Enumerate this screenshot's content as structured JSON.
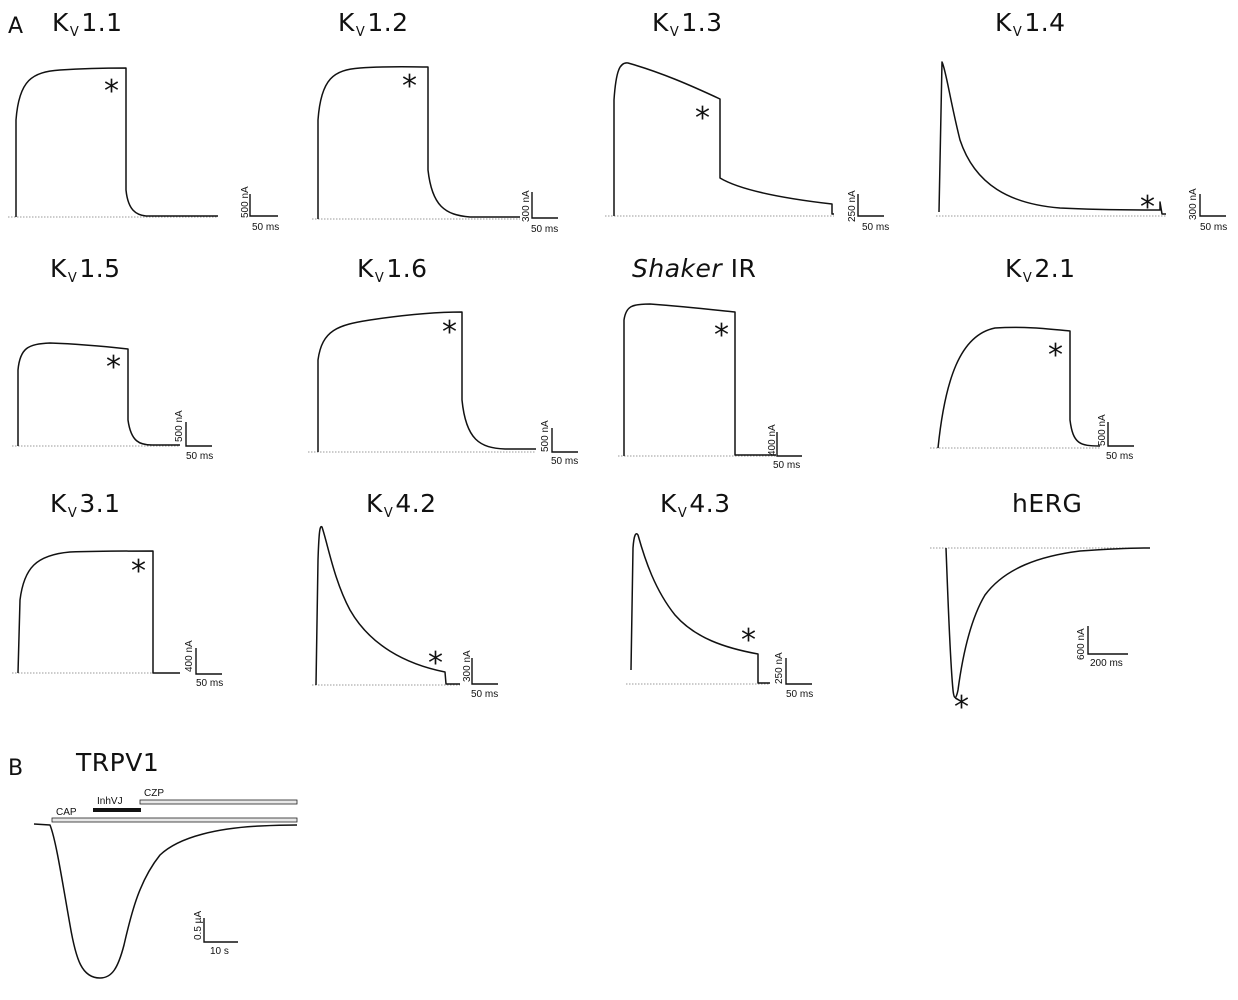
{
  "panel_a_label": "A",
  "panel_b_label": "B",
  "channels": [
    {
      "prefix": "K",
      "sub": "V",
      "suffix": "1.1",
      "time_scale": "50 ms",
      "amp_scale": "500 nA",
      "kind": "step"
    },
    {
      "prefix": "K",
      "sub": "V",
      "suffix": "1.2",
      "time_scale": "50 ms",
      "amp_scale": "300 nA",
      "kind": "step"
    },
    {
      "prefix": "K",
      "sub": "V",
      "suffix": "1.3",
      "time_scale": "50 ms",
      "amp_scale": "250 nA",
      "kind": "decay_tail"
    },
    {
      "prefix": "K",
      "sub": "V",
      "suffix": "1.4",
      "time_scale": "50 ms",
      "amp_scale": "300 nA",
      "kind": "fast_inactivating"
    },
    {
      "prefix": "K",
      "sub": "V",
      "suffix": "1.5",
      "time_scale": "50 ms",
      "amp_scale": "500 nA",
      "kind": "step"
    },
    {
      "prefix": "K",
      "sub": "V",
      "suffix": "1.6",
      "time_scale": "50 ms",
      "amp_scale": "500 nA",
      "kind": "step"
    },
    {
      "prefix": "",
      "sub": "",
      "suffix": "IR",
      "italic": "Shaker",
      "time_scale": "50 ms",
      "amp_scale": "400 nA",
      "kind": "step"
    },
    {
      "prefix": "K",
      "sub": "V",
      "suffix": "2.1",
      "time_scale": "50 ms",
      "amp_scale": "500 nA",
      "kind": "step"
    },
    {
      "prefix": "K",
      "sub": "V",
      "suffix": "3.1",
      "time_scale": "50 ms",
      "amp_scale": "400 nA",
      "kind": "step"
    },
    {
      "prefix": "K",
      "sub": "V",
      "suffix": "4.2",
      "time_scale": "50 ms",
      "amp_scale": "300 nA",
      "kind": "fast_inactivating"
    },
    {
      "prefix": "K",
      "sub": "V",
      "suffix": "4.3",
      "time_scale": "50 ms",
      "amp_scale": "250 nA",
      "kind": "fast_inactivating"
    },
    {
      "prefix": "",
      "sub": "",
      "suffix": "hERG",
      "time_scale": "200 ms",
      "amp_scale": "600 nA",
      "kind": "inward_tail"
    }
  ],
  "trpv1": {
    "title": "TRPV1",
    "bars": [
      {
        "label": "CAP",
        "style": "open"
      },
      {
        "label": "InhVJ",
        "style": "filled"
      },
      {
        "label": "CZP",
        "style": "open"
      }
    ],
    "time_scale": "10 s",
    "amp_scale": "0.5 µA"
  },
  "marker_symbol": "*"
}
